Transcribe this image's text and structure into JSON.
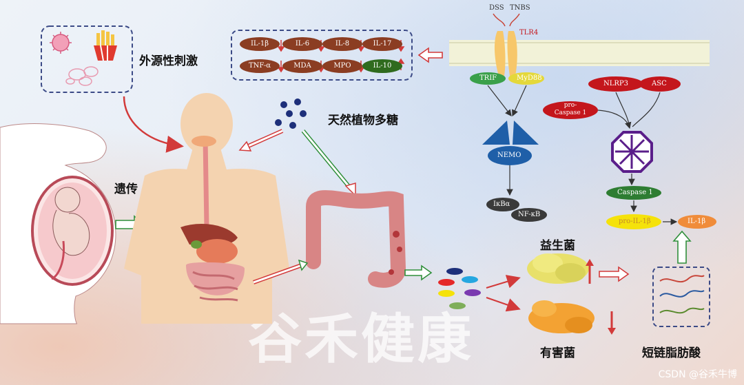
{
  "labels": {
    "external": "外源性刺激",
    "genetic": "遗传",
    "polysaccharide": "天然植物多糖",
    "probiotic": "益生菌",
    "harmful": "有害菌",
    "scfa": "短链脂肪酸"
  },
  "cytokines": {
    "row1": [
      "IL-1β",
      "IL-6",
      "IL-8",
      "IL-17"
    ],
    "row2": [
      "TNF-α",
      "MDA",
      "MPO",
      "IL-10"
    ]
  },
  "pathway": {
    "dss": "DSS",
    "tnbs": "TNBS",
    "tlr4": "TLR4",
    "trif": "TRIF",
    "myd88": "MyD88",
    "nemo": "NEMO",
    "ikba": "IκBα",
    "nfkb": "NF-κB",
    "nlrp3": "NLRP3",
    "asc": "ASC",
    "pro_caspase": "pro-\nCaspase 1",
    "caspase": "Caspase 1",
    "pro_il1b": "pro-IL-1β",
    "il1b": "IL-1β"
  },
  "watermark": "谷禾健康",
  "credit": "CSDN @谷禾牛博",
  "colors": {
    "arrow_red": "#d23a3a",
    "arrow_green": "#2f8f3a",
    "cytokine_brown": "#8b3d22",
    "cytokine_green": "#2f6b1e",
    "pathway_blue": "#1f5fa8",
    "dash_blue": "#3b4a86"
  }
}
